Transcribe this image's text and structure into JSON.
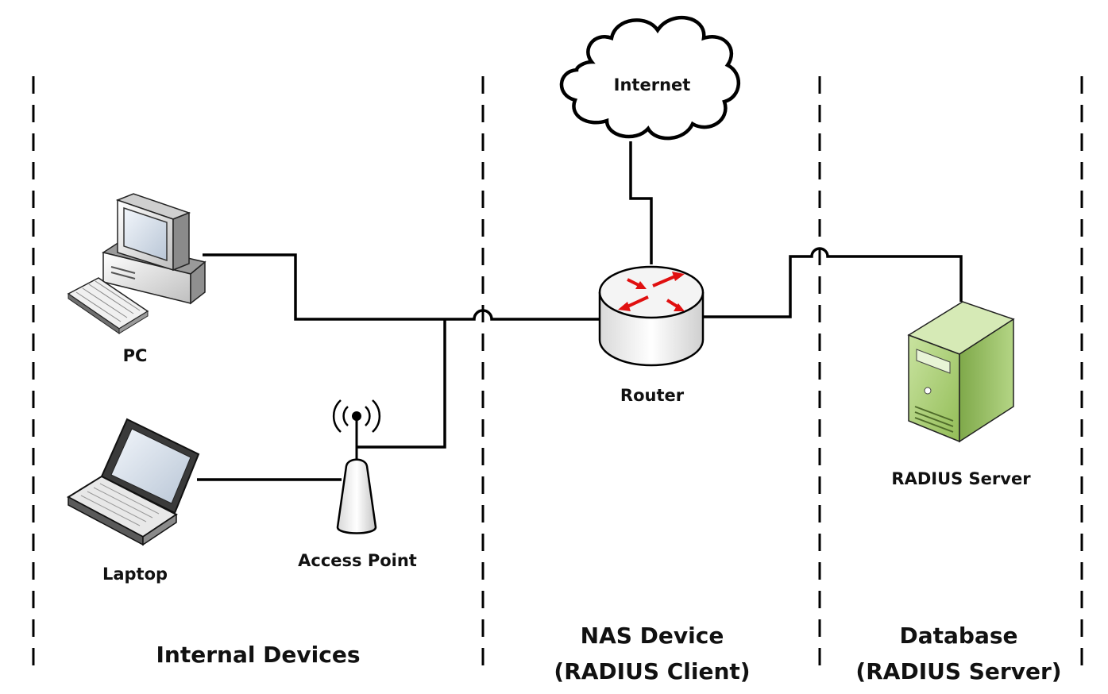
{
  "devices": {
    "internet": "Internet",
    "pc": "PC",
    "laptop": "Laptop",
    "access_point": "Access Point",
    "router": "Router",
    "radius_server": "RADIUS Server"
  },
  "zones": {
    "internal": "Internal Devices",
    "nas_line1": "NAS Device",
    "nas_line2": "(RADIUS Client)",
    "db_line1": "Database",
    "db_line2": "(RADIUS Server)"
  },
  "colors": {
    "router_arrows": "#e01010",
    "server_body": "#a9cf74",
    "line": "#000000"
  }
}
